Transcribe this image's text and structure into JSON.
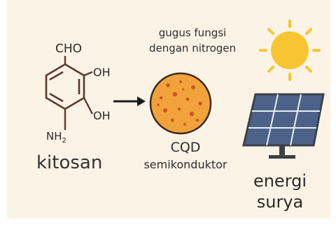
{
  "molecule": {
    "cho": "CHO",
    "oh_top": "OH",
    "oh_bottom": "OH",
    "nh2_base": "NH",
    "nh2_sub": "2",
    "name": "kitosan"
  },
  "annotation": {
    "top_line1": "gugus fungsi",
    "top_line2": "dengan nitrogen"
  },
  "cqd": {
    "title": "CQD",
    "subtitle": "semikonduktor"
  },
  "solar": {
    "line1": "energi",
    "line2": "surya"
  },
  "colors": {
    "background": "#fbf3e5",
    "cqd_fill": "#f2a23a",
    "cqd_dots": "#c55b1a",
    "sun": "#f7c531",
    "panel_cell": "#4d6289",
    "panel_frame": "#3c4048"
  }
}
